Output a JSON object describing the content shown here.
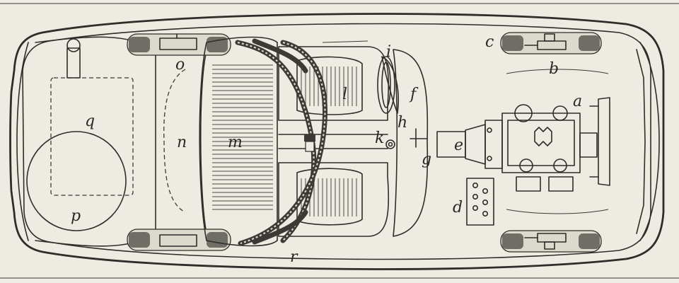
{
  "diagram": {
    "labels": {
      "a": "a",
      "b": "b",
      "c": "c",
      "d": "d",
      "e": "e",
      "f": "f",
      "g": "g",
      "h": "h",
      "i": "i",
      "k": "k",
      "l": "l",
      "m": "m",
      "n": "n",
      "o": "o",
      "p": "p",
      "q": "q",
      "r": "r"
    }
  },
  "colors": {
    "paper": "#eeece2",
    "ink": "#2e2d2a"
  }
}
